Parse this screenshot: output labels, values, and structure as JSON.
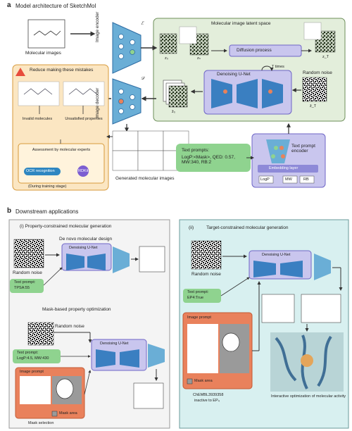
{
  "panel_a": {
    "letter": "a",
    "title": "Model architecture of SketchMol",
    "molecular_images": "Molecular images",
    "image_encoder": "Image encoder",
    "image_decoder": "Image decoder",
    "encoder_symbol": "ℰ",
    "decoder_symbol": "𝒟",
    "latent_space": "Molecular image latent space",
    "diffusion_process": "Diffusion process",
    "z0": "z₀",
    "zn": "zₙ",
    "zT": "z_T",
    "zT_hat": "ẑ_T",
    "z0_hat": "ẑ₀",
    "t_times": "T times",
    "denoising_unet": "Denoising U-Net",
    "random_noise": "Random noise",
    "reduce_mistakes": "Reduce making these mistakes",
    "invalid_molecules": "Invalid molecules",
    "unsatisfied_properties": "Unsatisfied properties",
    "assessment": "Assessment by molecular experts",
    "ocr": "OCR recognition",
    "rdkit": "RDKit",
    "training_stage": "(During training stage)",
    "generated_images": "Generated molecular images",
    "text_prompt_label": "Text prompts:",
    "text_prompt_value": "LogP:<Mask>, QED: 0.57, MW:340, RB:2",
    "text_prompt_encoder": "Text prompt encoder",
    "embedding_layer": "Embedding layer",
    "tokens": [
      "LogP",
      "MW",
      "RB"
    ]
  },
  "panel_b": {
    "letter": "b",
    "title": "Downstream applications",
    "left": {
      "header": "(i)   Property-constrained molecular generation",
      "de_novo": "De novo molecular design",
      "random_noise_1": "Random noise",
      "prompt1_label": "Text prompt:",
      "prompt1_value": "TPSA:55",
      "denoising_unet": "Denoising U-Net",
      "mask_based": "Mask-based property optimization",
      "random_noise_2": "Random noise",
      "prompt2_label": "Text prompt:",
      "prompt2_value": "LogP:4.5, MW:430",
      "image_prompt": "Image prompt",
      "mask_area": "Mask area",
      "mask_selection": "Mask selection"
    },
    "right": {
      "header": "(ii)          Target-constrained molecular generation",
      "random_noise": "Random noise",
      "prompt_label": "Text prompt:",
      "prompt_value": "EP4:True",
      "denoising_unet": "Denoising U-Net",
      "image_prompt": "Image prompt",
      "mask_area": "Mask area",
      "chembl": "ChEMBL3939358",
      "inactive": "inactive to EP₄",
      "interactive": "Interactive optimization of molecular activity"
    }
  },
  "colors": {
    "latent_bg": "#e3eedb",
    "latent_border": "#6d8f5a",
    "mistake_bg": "#fbe6c2",
    "mistake_border": "#d79a3b",
    "unet_bg": "#c9c6ee",
    "unet_border": "#6f66c7",
    "prompt_bg": "#8fd38f",
    "left_bg": "#f4f4f4",
    "right_bg": "#d8f0f0",
    "orange_box": "#e9815c",
    "node_blue": "#2e86c1",
    "node_orange": "#e8825a",
    "node_green": "#8fd38f"
  }
}
